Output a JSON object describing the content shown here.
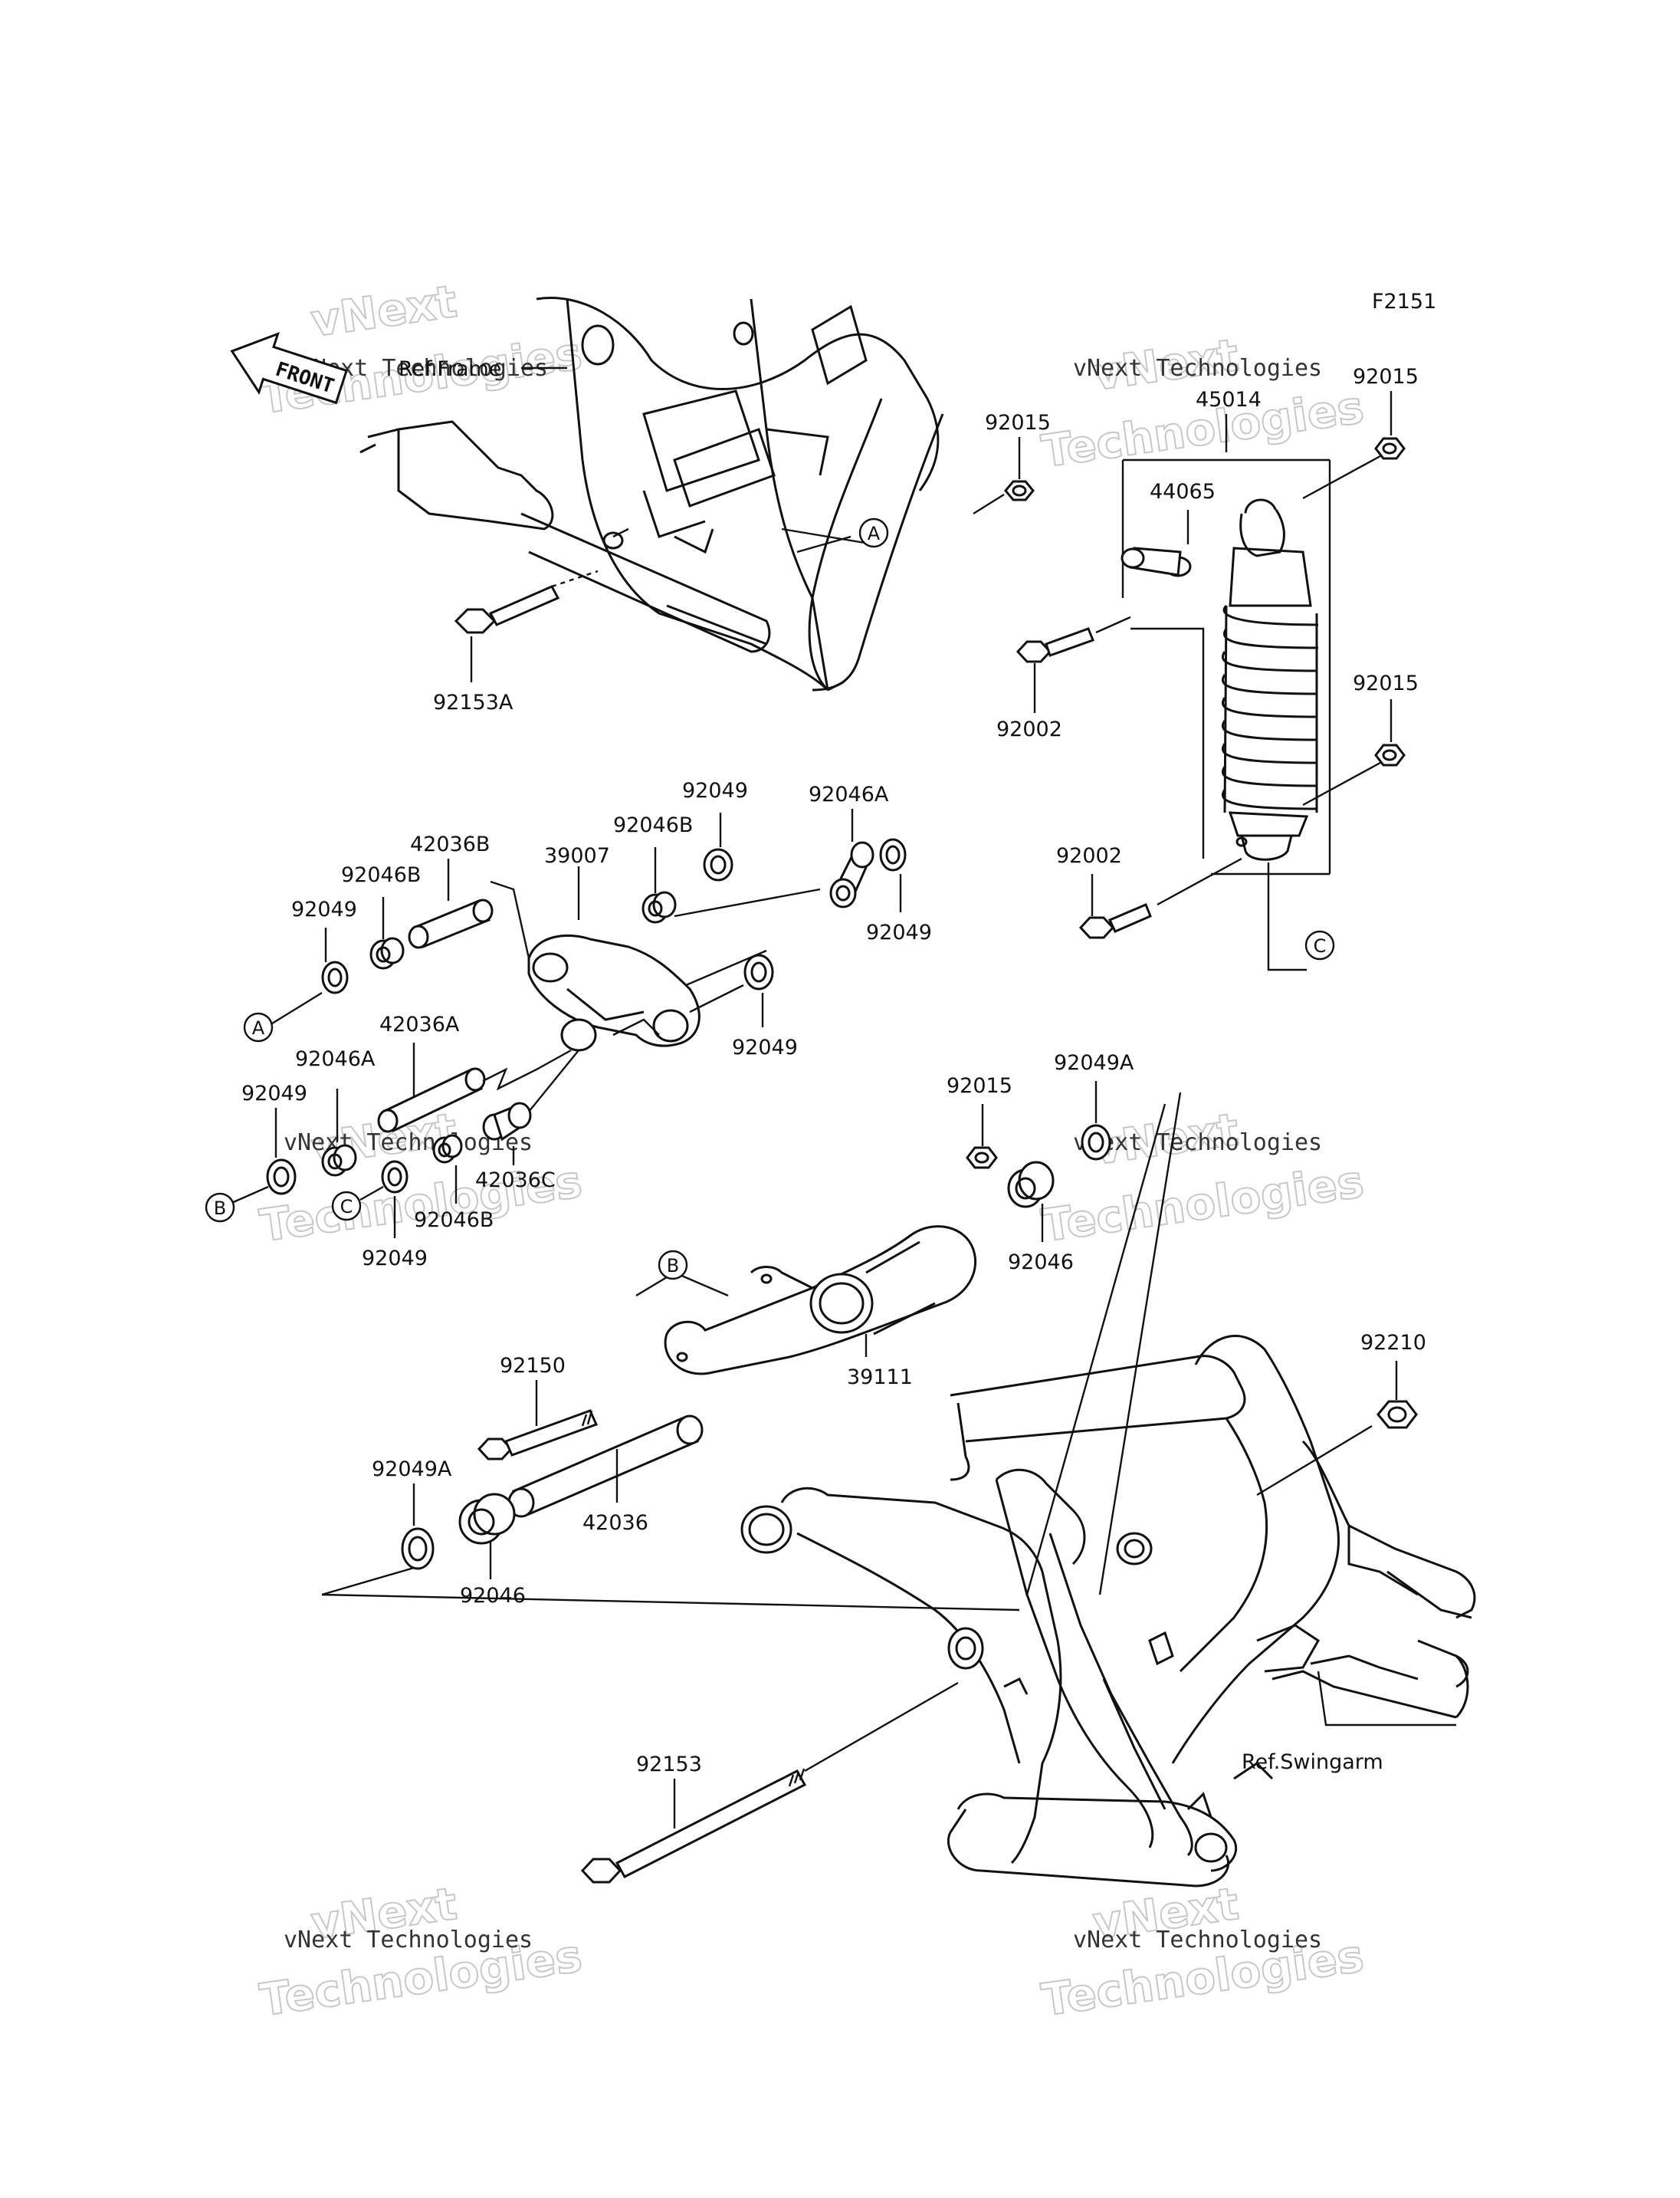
{
  "figure_code": "F2151",
  "watermark": {
    "top": "vNext",
    "line": "vNext Technologies",
    "big": "Technologies"
  },
  "front_label": "FRONT",
  "refs": {
    "frame": "Ref.Frame",
    "swingarm": "Ref.Swingarm"
  },
  "callouts": {
    "a": "A",
    "b": "B",
    "c": "C"
  },
  "parts": {
    "p92153A": "92153A",
    "p92015_top": "92015",
    "p45014": "45014",
    "p44065": "44065",
    "p92015_r1": "92015",
    "p92002_a": "92002",
    "p92015_r2": "92015",
    "p92002_b": "92002",
    "p92049_a": "92049",
    "p92046A_a": "92046A",
    "p92046B_a": "92046B",
    "p42036B": "42036B",
    "p39007": "39007",
    "p92046B_b": "92046B",
    "p92049_b": "92049",
    "p92049_c": "92049",
    "p92049_d": "92049",
    "p42036A": "42036A",
    "p92046A_b": "92046A",
    "p92049_e": "92049",
    "p42036C": "42036C",
    "p92046B_c": "92046B",
    "p92049_f": "92049",
    "p92015_mid": "92015",
    "p92049A_a": "92049A",
    "p92046_a": "92046",
    "p39111": "39111",
    "p92150": "92150",
    "p42036": "42036",
    "p92049A_b": "92049A",
    "p92046_b": "92046",
    "p92210": "92210",
    "p92153": "92153"
  }
}
